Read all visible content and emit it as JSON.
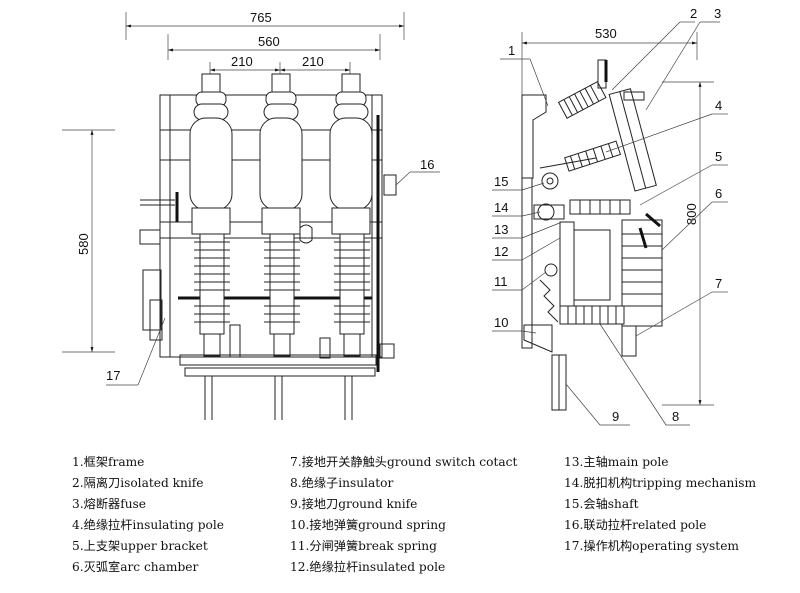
{
  "dimensions": {
    "width_765": "765",
    "width_560": "560",
    "pitch_left": "210",
    "pitch_right": "210",
    "height_580": "580",
    "width_530": "530",
    "height_800": "800"
  },
  "callouts": [
    "1",
    "2",
    "3",
    "4",
    "5",
    "6",
    "7",
    "8",
    "9",
    "10",
    "11",
    "12",
    "13",
    "14",
    "15",
    "16",
    "17"
  ],
  "legend": {
    "col1": [
      "1.框架frame",
      "2.隔离刀isolated knife",
      "3.熔断器fuse",
      "4.绝缘拉杆insulating pole",
      "5.上支架upper bracket",
      "6.灭弧室arc chamber"
    ],
    "col2": [
      "7.接地开关静触头ground switch cotact",
      "8.绝缘子insulator",
      "9.接地刀ground knife",
      "10.接地弹簧ground spring",
      "11.分闸弹簧break spring",
      "12.绝缘拉杆insulated pole"
    ],
    "col3": [
      "13.主轴main pole",
      "14.脱扣机构tripping mechanism",
      "15.会轴shaft",
      "16.联动拉杆related pole",
      "17.操作机构operating system"
    ]
  }
}
